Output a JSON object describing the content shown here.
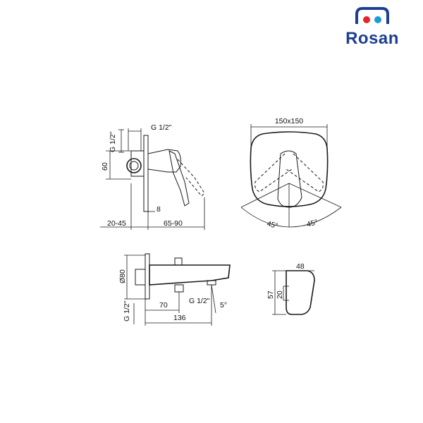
{
  "brand": {
    "name": "Rosan",
    "color_primary": "#1c3f8f",
    "color_hot": "#e3262d",
    "color_cold": "#1e9ad6"
  },
  "dimensions": {
    "side_view": {
      "thread_top_vertical": "G 1/2\"",
      "thread_top_horizontal": "G 1/2\"",
      "height": "60",
      "offset": "8",
      "wall_depth": "20-45",
      "projection": "65-90"
    },
    "front_view": {
      "plate_size": "150x150",
      "angle_left": "45°",
      "angle_right": "45°"
    },
    "spout_view": {
      "diameter": "Ø80",
      "thread_vertical": "G 1/2\"",
      "offset": "70",
      "thread_horizontal": "G 1/2\"",
      "angle": "5°",
      "length": "136"
    },
    "spout_end_view": {
      "width": "48",
      "height": "57",
      "outlet": "20"
    }
  }
}
